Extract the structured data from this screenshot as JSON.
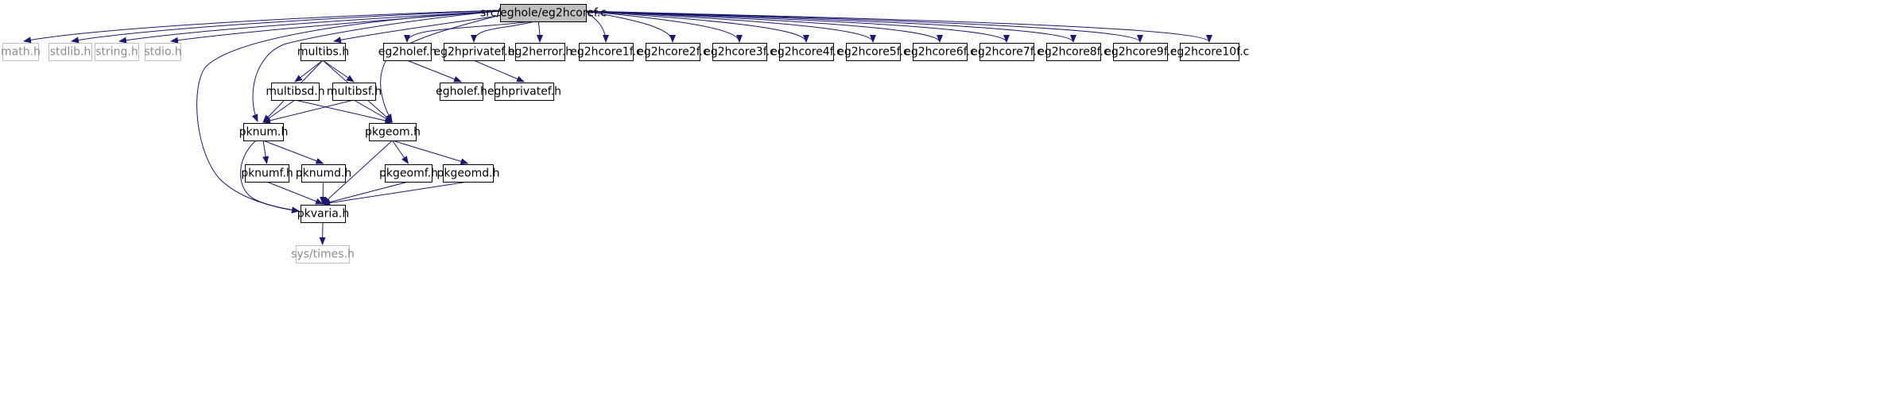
{
  "diagram": {
    "root": "src/eghole/eg2hcoref.c",
    "nodes": [
      {
        "id": "root",
        "label": "src/eghole/eg2hcoref.c",
        "style": "root"
      },
      {
        "id": "math",
        "label": "math.h",
        "style": "system"
      },
      {
        "id": "stdlib",
        "label": "stdlib.h",
        "style": "system"
      },
      {
        "id": "string",
        "label": "string.h",
        "style": "system"
      },
      {
        "id": "stdio",
        "label": "stdio.h",
        "style": "system"
      },
      {
        "id": "multibs",
        "label": "multibs.h",
        "style": "normal"
      },
      {
        "id": "eg2holef",
        "label": "eg2holef.h",
        "style": "normal"
      },
      {
        "id": "eg2hprivatef",
        "label": "eg2hprivatef.h",
        "style": "normal"
      },
      {
        "id": "eg2herror",
        "label": "eg2herror.h",
        "style": "normal"
      },
      {
        "id": "eg2hcore1f",
        "label": "eg2hcore1f.c",
        "style": "normal"
      },
      {
        "id": "eg2hcore2f",
        "label": "eg2hcore2f.c",
        "style": "normal"
      },
      {
        "id": "eg2hcore3f",
        "label": "eg2hcore3f.c",
        "style": "normal"
      },
      {
        "id": "eg2hcore4f",
        "label": "eg2hcore4f.c",
        "style": "normal"
      },
      {
        "id": "eg2hcore5f",
        "label": "eg2hcore5f.c",
        "style": "normal"
      },
      {
        "id": "eg2hcore6f",
        "label": "eg2hcore6f.c",
        "style": "normal"
      },
      {
        "id": "eg2hcore7f",
        "label": "eg2hcore7f.c",
        "style": "normal"
      },
      {
        "id": "eg2hcore8f",
        "label": "eg2hcore8f.c",
        "style": "normal"
      },
      {
        "id": "eg2hcore9f",
        "label": "eg2hcore9f.c",
        "style": "normal"
      },
      {
        "id": "eg2hcore10f",
        "label": "eg2hcore10f.c",
        "style": "normal"
      },
      {
        "id": "multibsd",
        "label": "multibsd.h",
        "style": "normal"
      },
      {
        "id": "multibsf",
        "label": "multibsf.h",
        "style": "normal"
      },
      {
        "id": "egholef",
        "label": "egholef.h",
        "style": "normal"
      },
      {
        "id": "eghprivatef",
        "label": "eghprivatef.h",
        "style": "normal"
      },
      {
        "id": "pknum",
        "label": "pknum.h",
        "style": "normal"
      },
      {
        "id": "pkgeom",
        "label": "pkgeom.h",
        "style": "normal"
      },
      {
        "id": "pknumf",
        "label": "pknumf.h",
        "style": "normal"
      },
      {
        "id": "pknumd",
        "label": "pknumd.h",
        "style": "normal"
      },
      {
        "id": "pkgeomf",
        "label": "pkgeomf.h",
        "style": "normal"
      },
      {
        "id": "pkgeomd",
        "label": "pkgeomd.h",
        "style": "normal"
      },
      {
        "id": "pkvaria",
        "label": "pkvaria.h",
        "style": "normal"
      },
      {
        "id": "systimes",
        "label": "sys/times.h",
        "style": "system"
      }
    ],
    "edges": [
      [
        "root",
        "math"
      ],
      [
        "root",
        "stdlib"
      ],
      [
        "root",
        "string"
      ],
      [
        "root",
        "stdio"
      ],
      [
        "root",
        "pkvaria"
      ],
      [
        "root",
        "pknum"
      ],
      [
        "root",
        "multibs"
      ],
      [
        "root",
        "pkgeom"
      ],
      [
        "root",
        "eg2holef"
      ],
      [
        "root",
        "eg2hprivatef"
      ],
      [
        "root",
        "eg2herror"
      ],
      [
        "root",
        "eg2hcore1f"
      ],
      [
        "root",
        "eg2hcore2f"
      ],
      [
        "root",
        "eg2hcore3f"
      ],
      [
        "root",
        "eg2hcore4f"
      ],
      [
        "root",
        "eg2hcore5f"
      ],
      [
        "root",
        "eg2hcore6f"
      ],
      [
        "root",
        "eg2hcore7f"
      ],
      [
        "root",
        "eg2hcore8f"
      ],
      [
        "root",
        "eg2hcore9f"
      ],
      [
        "root",
        "eg2hcore10f"
      ],
      [
        "multibs",
        "pknum"
      ],
      [
        "multibs",
        "multibsd"
      ],
      [
        "multibs",
        "multibsf"
      ],
      [
        "multibs",
        "pkgeom"
      ],
      [
        "multibsd",
        "pknum"
      ],
      [
        "multibsd",
        "pkgeom"
      ],
      [
        "multibsf",
        "pknum"
      ],
      [
        "multibsf",
        "pkgeom"
      ],
      [
        "pknum",
        "pkvaria"
      ],
      [
        "pknum",
        "pknumf"
      ],
      [
        "pknum",
        "pknumd"
      ],
      [
        "pknumf",
        "pkvaria"
      ],
      [
        "pknumd",
        "pkvaria"
      ],
      [
        "pkgeom",
        "pkvaria"
      ],
      [
        "pkgeom",
        "pkgeomf"
      ],
      [
        "pkgeom",
        "pkgeomd"
      ],
      [
        "pkgeomf",
        "pkvaria"
      ],
      [
        "pkgeomd",
        "pkvaria"
      ],
      [
        "pkvaria",
        "systimes"
      ],
      [
        "eg2holef",
        "egholef"
      ],
      [
        "eg2hprivatef",
        "eghprivatef"
      ]
    ],
    "colors": {
      "edge": "#191970",
      "root_fill": "#bfbfbf",
      "node_border": "#000000",
      "system_border": "#bfbfbf",
      "system_text": "#8c8c8c",
      "node_fill": "#ffffff"
    }
  }
}
